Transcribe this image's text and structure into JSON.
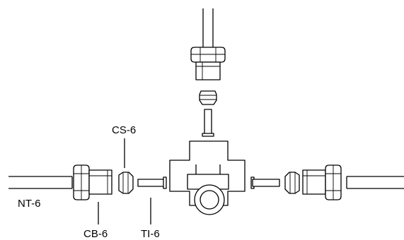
{
  "labels": {
    "nut": "NT-6",
    "ferrule": "CS-6",
    "body": "CB-6",
    "insert": "TI-6"
  },
  "colors": {
    "line": "#000000",
    "background": "#ffffff"
  }
}
